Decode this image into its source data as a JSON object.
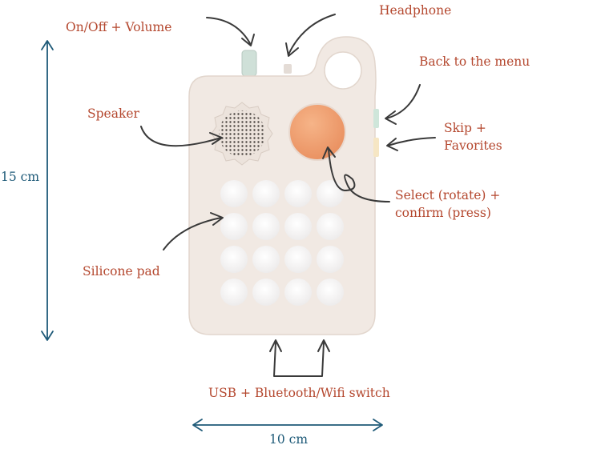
{
  "labels": {
    "on_off_volume": "On/Off + Volume",
    "headphone": "Headphone",
    "back_to_menu": "Back to the menu",
    "speaker": "Speaker",
    "skip_favorites_line1": "Skip +",
    "skip_favorites_line2": "Favorites",
    "select_line1": "Select (rotate) +",
    "select_line2": "confirm (press)",
    "silicone_pad": "Silicone pad",
    "usb_switch": "USB + Bluetooth/Wifi switch"
  },
  "dimensions": {
    "height": "15 cm",
    "width": "10 cm"
  },
  "colors": {
    "label_text": "#b4472e",
    "dimension": "#1e5a78",
    "arrow": "#3a3a3a",
    "body": "#f1e9e3",
    "knob": "#f0a070",
    "pad_button": "#ffffff",
    "volume_knob": "#cfe0d8",
    "side_button_top": "#cfe6da",
    "side_button_bottom": "#f6e6c4"
  },
  "device": {
    "pad_rows": 4,
    "pad_cols": 4
  }
}
